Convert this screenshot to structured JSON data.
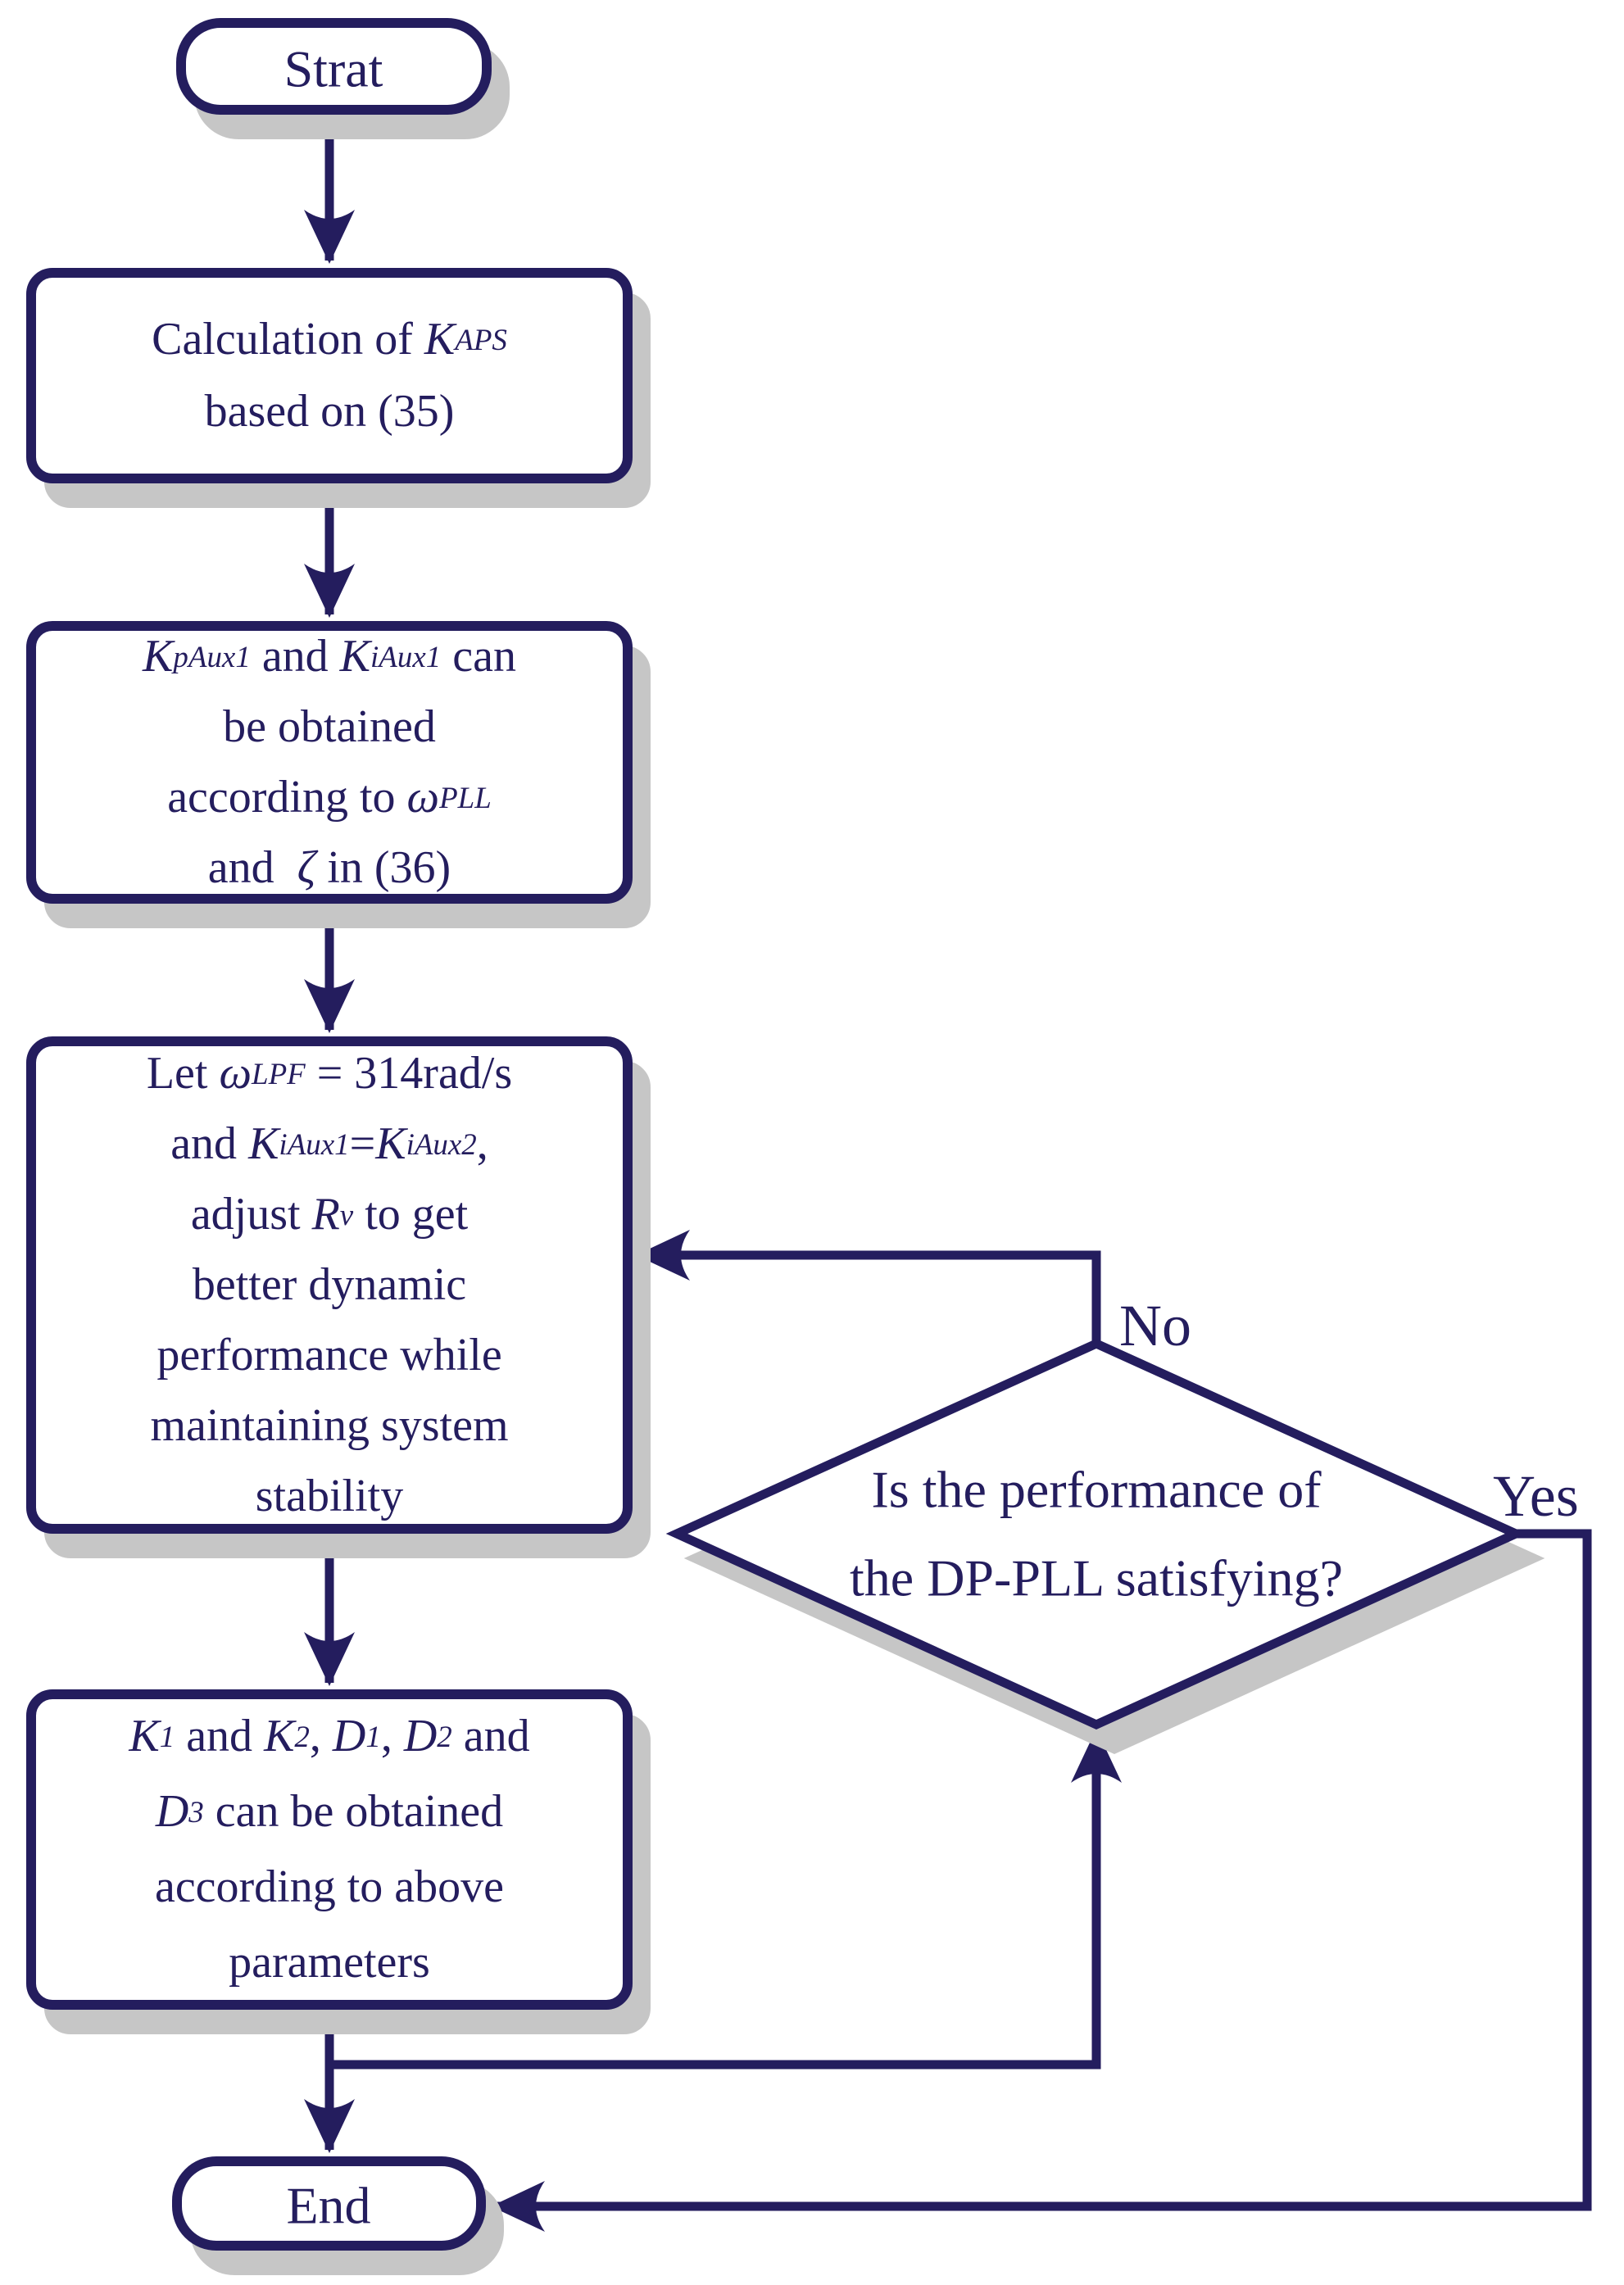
{
  "colors": {
    "line": "#241d5e",
    "shadow": "#c6c6c6",
    "background": "#ffffff"
  },
  "nodes": {
    "start": {
      "label": "Strat"
    },
    "calc": {
      "l1a": "Calculation of ",
      "l1b": "K",
      "l1c": "APS",
      "l2": "based on (35)"
    },
    "gains": {
      "l1a": "K",
      "l1b": "pAux1",
      "l1c": " and ",
      "l1d": "K",
      "l1e": "iAux1",
      "l1f": " can",
      "l2": "be obtained",
      "l3a": "according to ",
      "l3b": "ω",
      "l3c": "PLL",
      "l4a": "and  ",
      "l4b": "ζ",
      "l4c": " in (36)"
    },
    "adjust": {
      "l1a": "Let ",
      "l1b": "ω",
      "l1c": "LPF",
      "l1d": " = 314rad/s",
      "l2a": "and ",
      "l2b": "K",
      "l2c": "iAux1",
      "l2d": "=",
      "l2e": "K",
      "l2f": "iAux2",
      "l2g": ",",
      "l3a": "adjust ",
      "l3b": "R",
      "l3c": "v",
      "l3d": " to get",
      "l4": "better dynamic",
      "l5": "performance while",
      "l6": "maintaining system",
      "l7": "stability"
    },
    "params": {
      "l1a": "K",
      "l1b": "1",
      "l1c": " and ",
      "l1d": "K",
      "l1e": "2",
      "l1f": ", ",
      "l1g": "D",
      "l1h": "1",
      "l1i": ", ",
      "l1j": "D",
      "l1k": "2",
      "l1l": " and",
      "l2a": "D",
      "l2b": "3",
      "l2c": " can be obtained",
      "l3": "according to above",
      "l4": "parameters"
    },
    "decision": {
      "l1": "Is the performance of",
      "l2": "the DP-PLL satisfying?"
    },
    "end": {
      "label": "End"
    }
  },
  "edges": {
    "no_label": "No",
    "yes_label": "Yes"
  }
}
